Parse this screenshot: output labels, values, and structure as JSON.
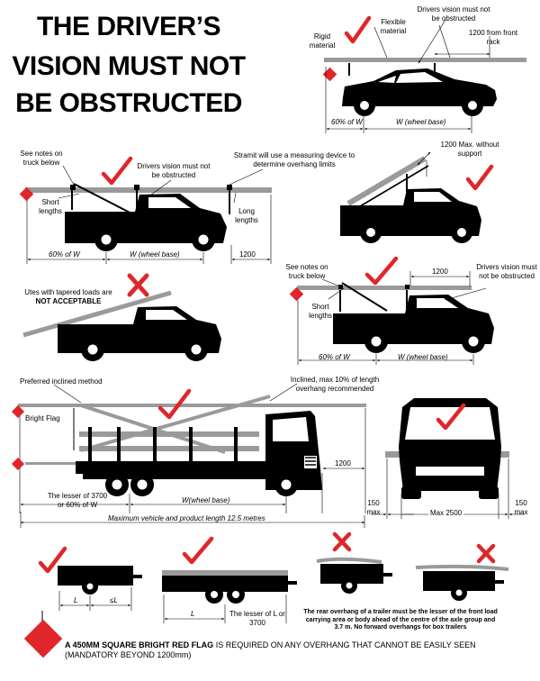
{
  "title": {
    "line1": "THE DRIVER’S",
    "line2": "VISION MUST NOT",
    "line3": "BE OBSTRUCTED"
  },
  "colors": {
    "check": "#e0262b",
    "cross": "#e0262b",
    "flag": "#e0262b",
    "load": "#9a9a9a",
    "vehicle": "#000000"
  },
  "car": {
    "rigid": "Rigid material",
    "flexible": "Flexible material",
    "vision": "Drivers vision must not be obstructed",
    "front": "1200 from front rack",
    "sixty": "60% of W",
    "wheelbase": "W (wheel base)"
  },
  "ute1": {
    "see_notes": "See notes on truck below",
    "vision": "Drivers vision must not be obstructed",
    "stramit": "Stramit will use a measuring device to determine overhang limits",
    "short": "Short lengths",
    "long": "Long lengths",
    "sixty": "60% of W",
    "wheelbase": "W (wheel base)",
    "rear": "1200"
  },
  "ute2": {
    "max": "1200 Max. without support"
  },
  "ute3": {
    "tapered": "Utes with tapered loads are",
    "not_acceptable": "NOT ACCEPTABLE"
  },
  "ute4": {
    "see_notes": "See notes on truck below",
    "short": "Short lengths",
    "vision": "Drivers vision must not be obstructed",
    "front": "1200",
    "sixty": "60% of W",
    "wheelbase": "W (wheel base)"
  },
  "truck": {
    "preferred": "Preferred inclined method",
    "inclined": "Inclined, max 10% of length overhang recommended",
    "flag": "Bright Flag",
    "rear": "1200",
    "lesser": "The lesser of 3700 or 60% of W",
    "wheelbase": "W(wheel base)",
    "max_length": "Maximum vehicle and product length 12.5 metres"
  },
  "front_view": {
    "side_left": "150 max",
    "side_right": "150 max",
    "width": "Max 2500"
  },
  "trailers": {
    "l": "L",
    "le_l": "≤L",
    "l2": "L",
    "lesser": "The lesser of L or 3700",
    "note": "The rear overhang of a trailer must be the lesser of the front load carrying area or body ahead of the centre of the axle group and 3.7 m. No forward overhangs for box trailers"
  },
  "footer": {
    "flag_bold": "A 450MM SQUARE BRIGHT RED FLAG",
    "flag_text": " IS REQUIRED ON ANY OVERHANG THAT CANNOT BE EASILY SEEN",
    "mandatory": "(MANDATORY BEYOND 1200mm)"
  }
}
